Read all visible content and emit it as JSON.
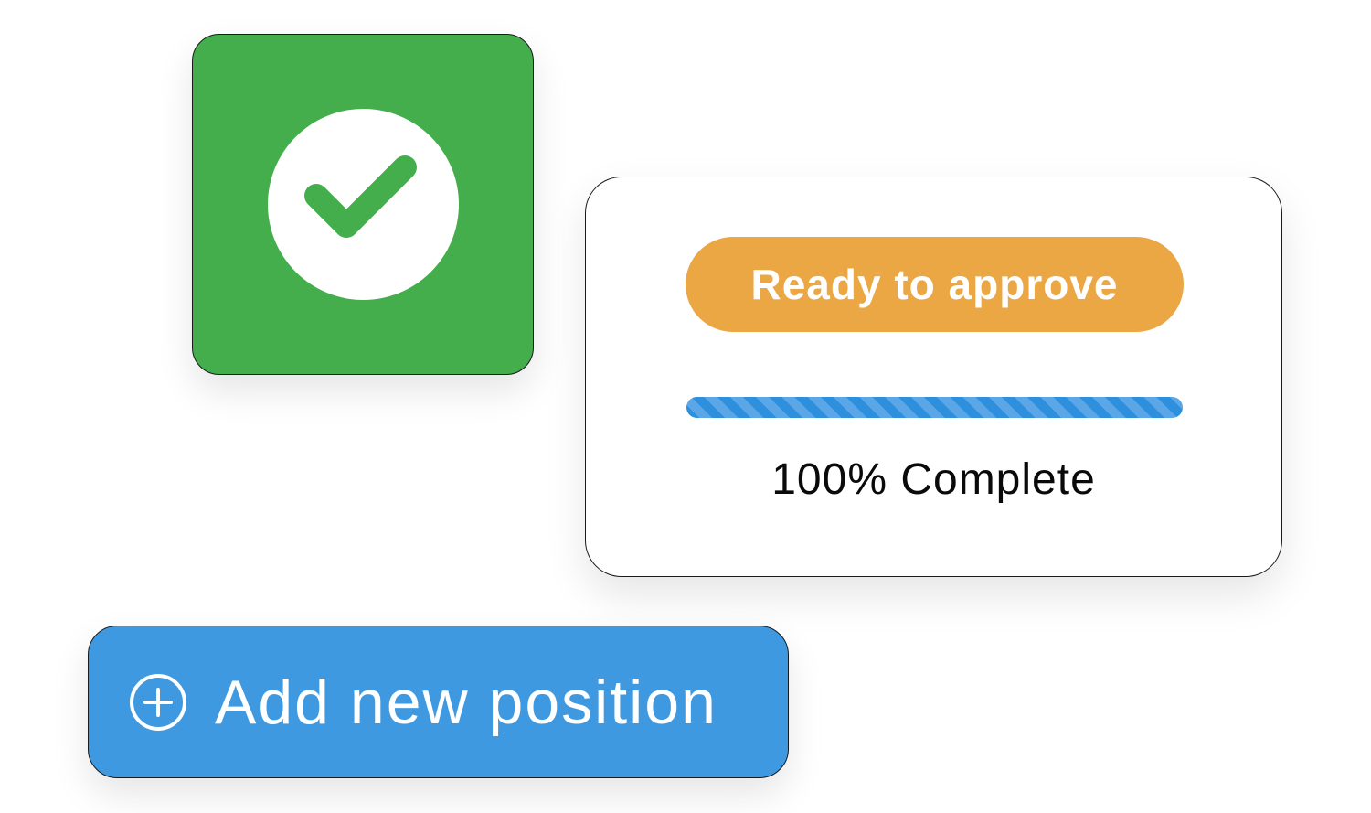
{
  "success_card": {
    "icon": "check-circle-icon",
    "background_color": "#43AE4B"
  },
  "status_card": {
    "badge": {
      "label": "Ready to approve",
      "color": "#EAA744"
    },
    "progress": {
      "percent": 100,
      "color": "#2E8FDD",
      "label": "100% Complete"
    }
  },
  "add_button": {
    "icon": "plus-circle-icon",
    "label": "Add new position",
    "color": "#3F99E0"
  }
}
